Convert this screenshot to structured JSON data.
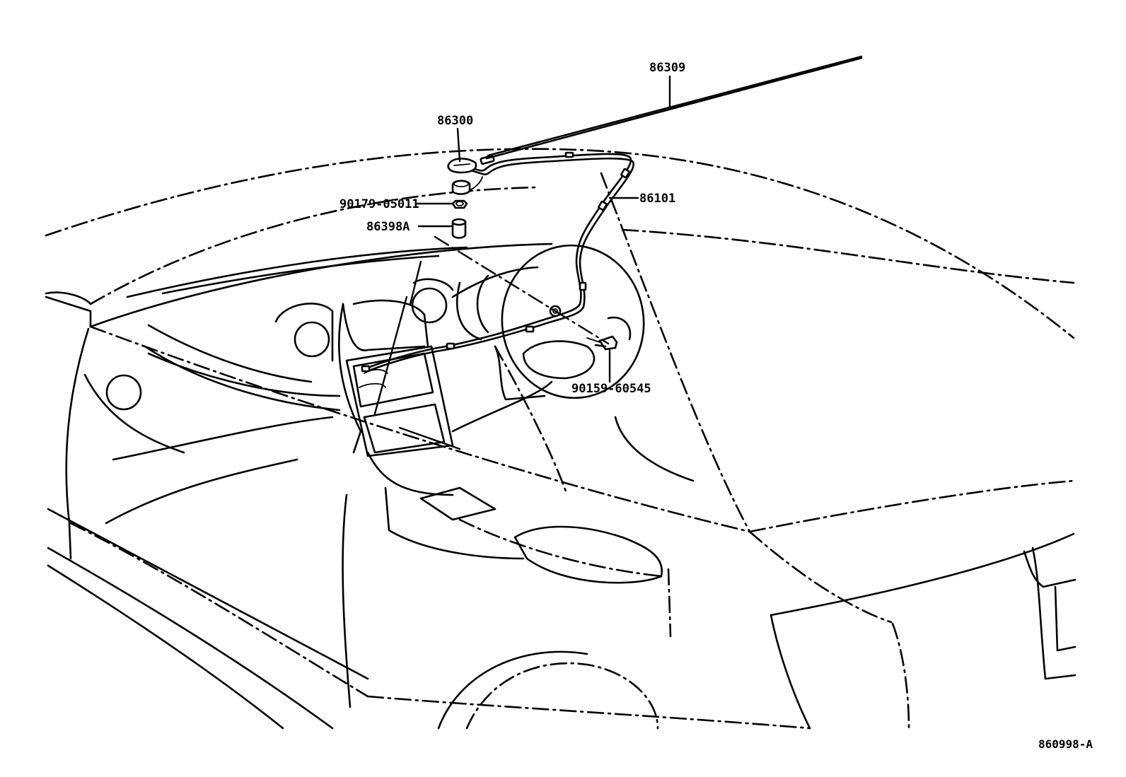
{
  "diagram": {
    "callouts": {
      "mast": "86309",
      "antenna_assy": "86300",
      "nut": "90179-05011",
      "pad": "86398A",
      "cord": "86101",
      "screw": "90159-60545"
    },
    "illustration_code": "860998-A"
  }
}
